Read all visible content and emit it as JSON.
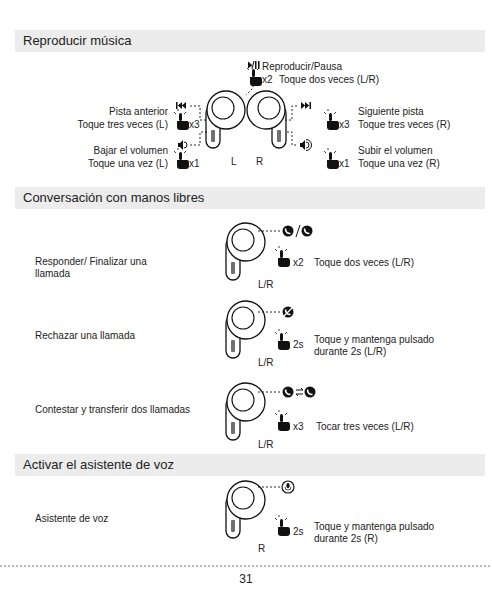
{
  "diagram": {
    "nodes": [
      {
        "text": [
          "Reproducir música"
        ]
      },
      {
        "text": [
          "Conversación con manos libres"
        ]
      },
      {
        "text": [
          "Activar el asistente de voz"
        ]
      }
    ],
    "labels": [
      "Reproducir/Pausa",
      "x2",
      "Toque dos veces (L/R)",
      "Pista anterior",
      "Toque tres veces (L)",
      "x3",
      "Siguiente pista",
      "Toque tres veces (R)",
      "x3",
      "Bajar el volumen",
      "Toque una vez (L)",
      "x1",
      "Subir el volumen",
      "Toque una vez (R)",
      "x1",
      "L",
      "R",
      "Responder/ Finalizar una llamada",
      "x2",
      "Toque dos veces (L/R)",
      "L/R",
      "Rechazar una llamada",
      "2s",
      "Toque y mantenga pulsado durante 2s (L/R)",
      "L/R",
      "Contestar y transferir dos llamadas",
      "x3",
      "Tocar tres veces (L/R)",
      "L/R",
      "Asistente de voz",
      "2s",
      "Toque y mantenga pulsado durante 2s (R)",
      "R",
      "31"
    ]
  }
}
